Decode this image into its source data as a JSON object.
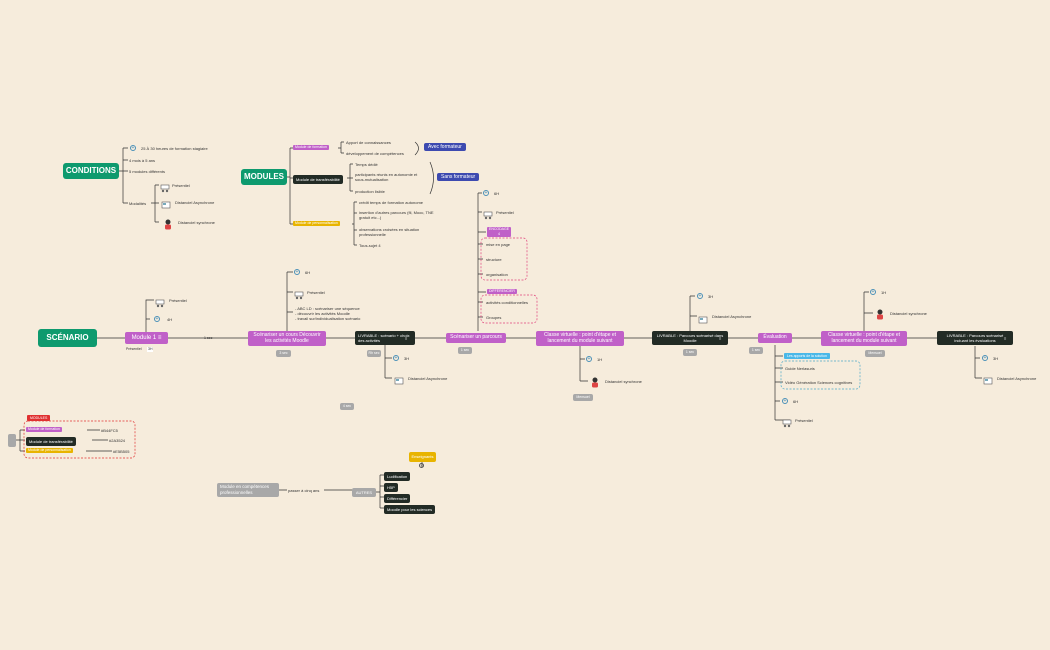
{
  "conditions": {
    "title": "CONDITIONS",
    "items": [
      "25 À 30 heures de formation stagiaire",
      "4 mois à 5 ans",
      "5 modules différents",
      "Modalités"
    ],
    "modalites": [
      "Présentiel",
      "Distanciel Asynchrone",
      "Distanciel synchrone"
    ]
  },
  "modules": {
    "title": "MODULES",
    "formation": {
      "label": "Module de formation",
      "items": [
        "Apport de connaissances",
        "développement de compétences"
      ],
      "tag": "Avec formateur"
    },
    "transferabilite": {
      "label": "Module de transférabilité",
      "items": [
        "Temps dédié",
        "participants réunis en autonomie et sous-mutualisation",
        "production lisible"
      ],
      "tag": "Sans formateur"
    },
    "personnalisation": {
      "label": "Module de personnalisation",
      "items": [
        "crédit temps de formation autonome",
        "insertion d'autres parcours (fil, Mooc, TNE gratuit etc...)",
        "observations croisées en situation professionnelle",
        "Tous-sujet 4"
      ]
    }
  },
  "scenario": {
    "title": "SCÉNARIO",
    "module1": "Module 1",
    "module1_tags": [
      "Présentiel",
      "3H"
    ],
    "module1_children": [
      "Présentiel",
      "4H"
    ],
    "link_1": "1 sec",
    "step1": "Scénariser un cours Découvrir les activités Moodle",
    "step1_time": "3 sec",
    "step1_children": [
      "6H",
      "Présentiel",
      "- ABC LD : scénariser une séquence\n- découvrir les activités Moodle\n- travail sur/individualisation scénario"
    ],
    "livrable1": "LIVRABLE : scénario + choix des activités",
    "livrable1_time": "Rh sec",
    "livrable1_children": [
      "3H",
      "Distanciel Asynchrone"
    ],
    "below_time": "4 sec",
    "step2": "Scénariser un parcours",
    "step2_time": "1 sec",
    "step2_children": [
      "6H",
      "Présentiel"
    ],
    "encodage_label": "ENCODAGE 4",
    "encodage_items": [
      "mise en page",
      "structure",
      "organisation"
    ],
    "diff_label": "DIFFÉRENCIER",
    "diff_items": [
      "activités conditionnelles",
      "Groupes"
    ],
    "step3": "Classe virtuelle : point d'étape et lancement du module suivant",
    "step3_time": "Mensuel",
    "step3_children": [
      "1H",
      "Distanciel synchrone"
    ],
    "livrable2": "LIVRABLE : Parcours scénarisé dans Moodle",
    "livrable2_time": "1 sec",
    "livrable2_children": [
      "3H",
      "Distanciel Asynchrone"
    ],
    "eval": "Évaluation",
    "eval_time": "1 sec",
    "eval_label": "Les apports de la solution",
    "eval_items": [
      "Guide Nerlasuris",
      "Vidéo Génération Sciences cognitives",
      "6H",
      "Présentiel"
    ],
    "step4": "Classe virtuelle : point d'étape et lancement du module suivant",
    "step4_time": "Mensuel",
    "step4_children": [
      "1H",
      "Distanciel synchrone"
    ],
    "livrable3": "LIVRABLE : Parcours scénarisé incluant les évaluations",
    "livrable3_children": [
      "3H",
      "Distanciel Asynchrone"
    ]
  },
  "legend": {
    "header": "MODULES",
    "rows": [
      {
        "label": "Module de formation",
        "color": "#c060c8",
        "code": "#B44FC5"
      },
      {
        "label": "Module de transférabilité",
        "color": "#222b25",
        "code": "#2A3524"
      },
      {
        "label": "Module de personnalisation",
        "color": "#e8b400",
        "code": "#E5B505"
      }
    ]
  },
  "bottom": {
    "gray_node": "Module en compétences professionnelles",
    "gray_link": "passer à cinq ans",
    "autres": "AUTRES",
    "autres_items": [
      "Ludification",
      "H5P",
      "Différencier",
      "Moodle pour les sciences"
    ],
    "yellow": "Enseignants"
  },
  "colors": {
    "green": "#0e9a6e",
    "purple": "#c060c8",
    "dark": "#222b25",
    "yellow": "#e8b400",
    "blue": "#3d4ab0",
    "gray": "#a8a8a8",
    "red": "#e03030"
  }
}
